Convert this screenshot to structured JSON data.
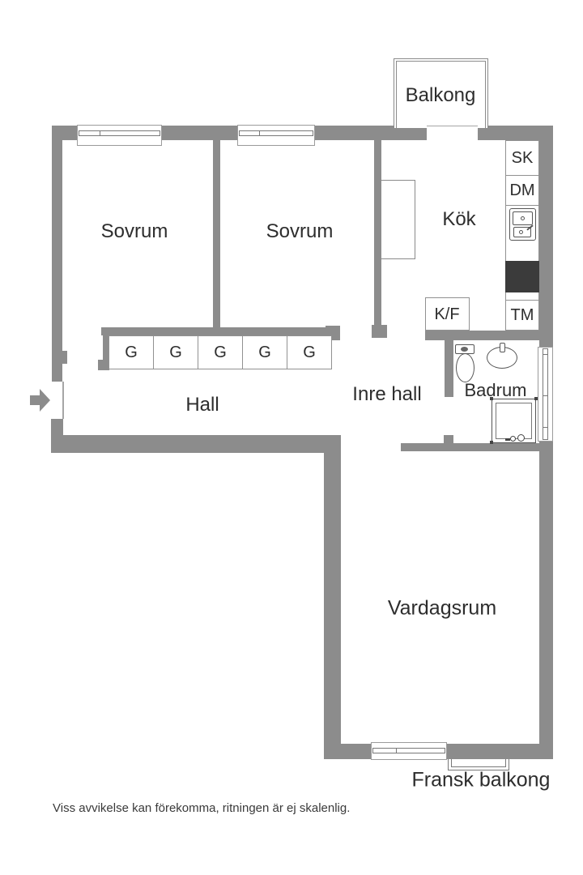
{
  "rooms": {
    "balkong": "Balkong",
    "sovrum1": "Sovrum",
    "sovrum2": "Sovrum",
    "kok": "Kök",
    "hall": "Hall",
    "inre_hall": "Inre hall",
    "badrum": "Badrum",
    "vardagsrum": "Vardagsrum",
    "fransk_balkong": "Fransk balkong"
  },
  "appliances": {
    "sk": "SK",
    "dm": "DM",
    "tm": "TM",
    "kf": "K/F"
  },
  "wardrobe": {
    "cells": [
      "G",
      "G",
      "G",
      "G",
      "G"
    ]
  },
  "disclaimer": "Viss avvikelse kan förekomma, ritningen är ej skalenlig.",
  "colors": {
    "wall": "#8c8c8c",
    "stove": "#3b3b3b",
    "text": "#2d2d2d"
  }
}
